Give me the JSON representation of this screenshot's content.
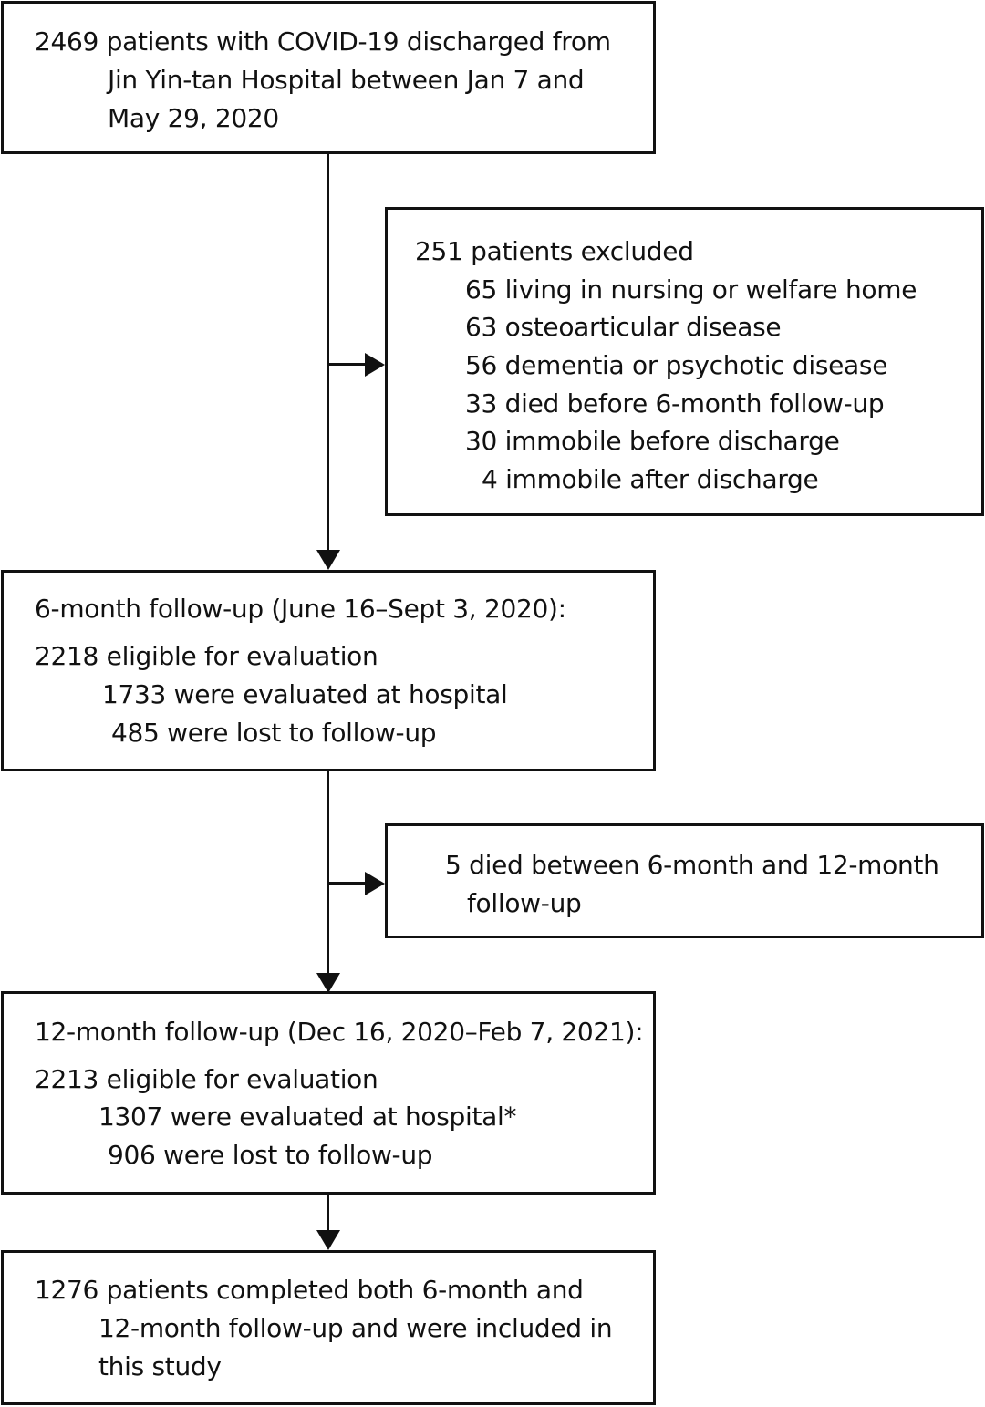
{
  "boxes": {
    "enrolled": {
      "lines": [
        "2469 patients with COVID-19 discharged from",
        "Jin Yin-tan Hospital between Jan 7 and",
        "May 29, 2020"
      ]
    },
    "excluded": {
      "lines": [
        "251 patients excluded",
        "65 living in nursing or welfare home",
        "63 osteoarticular disease",
        "56 dementia or psychotic disease",
        "33 died before 6-month follow-up",
        "30 immobile before discharge",
        "4 immobile after discharge"
      ]
    },
    "six_month": {
      "lines": [
        "6-month follow-up (June 16–Sept 3, 2020):",
        "2218 eligible for evaluation",
        "1733 were evaluated at hospital",
        "485 were lost to follow-up"
      ]
    },
    "died": {
      "lines": [
        "5 died between 6-month and 12-month",
        "follow-up"
      ]
    },
    "twelve_month": {
      "lines": [
        "12-month follow-up (Dec 16, 2020–Feb 7, 2021):",
        "2213 eligible for evaluation",
        "1307 were evaluated at hospital*",
        "906 were lost to follow-up"
      ]
    },
    "included": {
      "lines": [
        "1276 patients completed both 6-month and",
        "12-month follow-up and were included in",
        "this study"
      ]
    }
  }
}
